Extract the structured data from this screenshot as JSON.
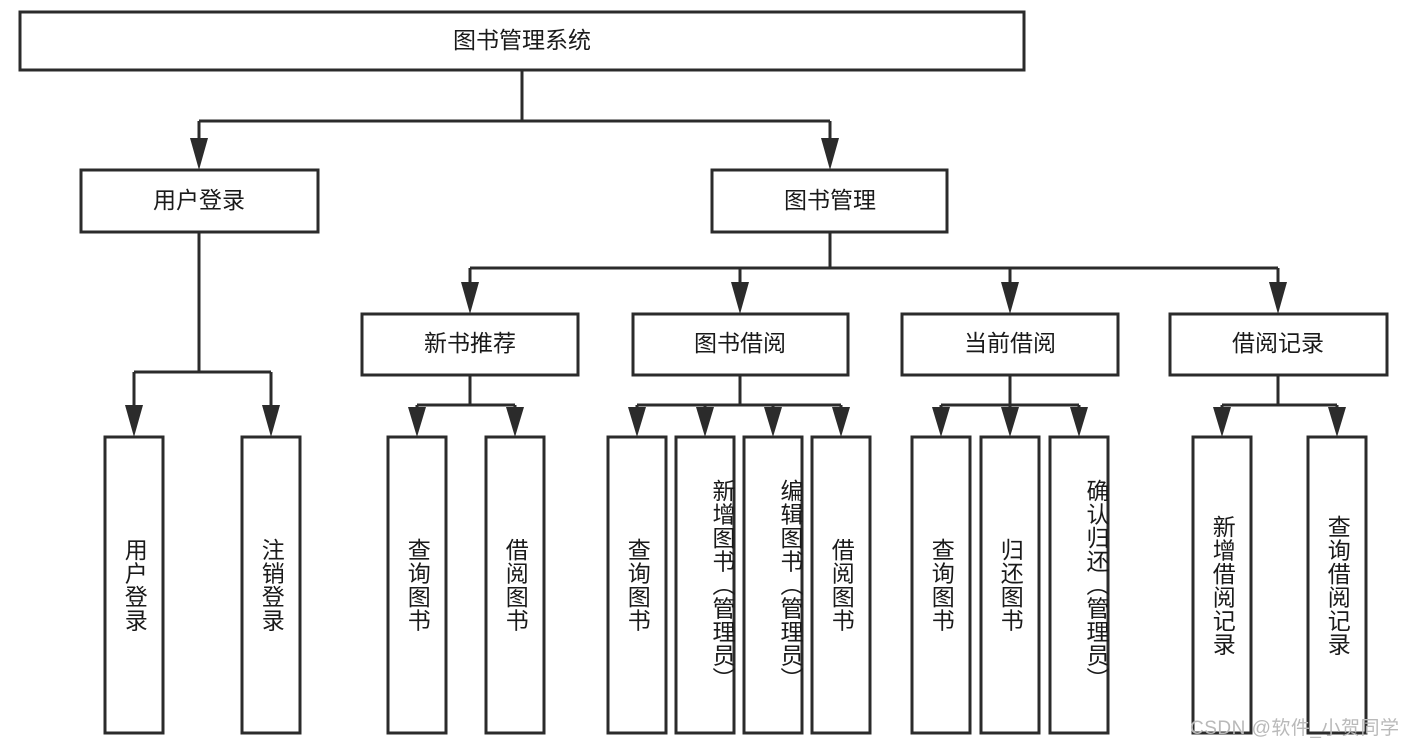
{
  "diagram": {
    "type": "tree-hierarchy",
    "title": "图书管理系统",
    "root": {
      "label": "图书管理系统",
      "level": 0
    },
    "level1": [
      {
        "label": "用户登录"
      },
      {
        "label": "图书管理"
      }
    ],
    "level2": [
      {
        "label": "新书推荐",
        "parent": "图书管理"
      },
      {
        "label": "图书借阅",
        "parent": "图书管理"
      },
      {
        "label": "当前借阅",
        "parent": "图书管理"
      },
      {
        "label": "借阅记录",
        "parent": "图书管理"
      }
    ],
    "leaves": {
      "user_login": [
        {
          "label": "用户登录"
        },
        {
          "label": "注销登录"
        }
      ],
      "new_book_recommend": [
        {
          "label": "查询图书"
        },
        {
          "label": "借阅图书"
        }
      ],
      "book_borrow": [
        {
          "label": "查询图书"
        },
        {
          "label": "新增图书（管理员）"
        },
        {
          "label": "编辑图书（管理员）"
        },
        {
          "label": "借阅图书"
        }
      ],
      "current_borrow": [
        {
          "label": "查询图书"
        },
        {
          "label": "归还图书"
        },
        {
          "label": "确认归还（管理员）"
        }
      ],
      "borrow_record": [
        {
          "label": "新增借阅记录"
        },
        {
          "label": "查询借阅记录"
        }
      ]
    }
  },
  "watermark": {
    "text": "CSDN @软件_小贺同学"
  },
  "colors": {
    "stroke": "#2b2b2b",
    "fill": "#ffffff",
    "text": "#1a1a1a",
    "watermark": "#b9b9b9"
  }
}
